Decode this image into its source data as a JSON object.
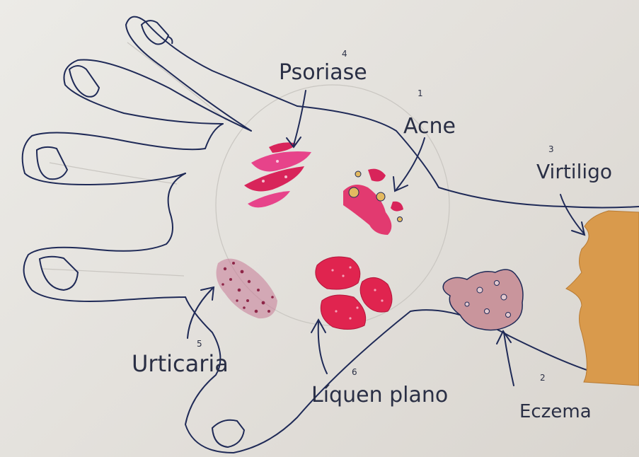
{
  "labels": {
    "psoriase": {
      "text": "Psoriase",
      "num": "4"
    },
    "acne": {
      "text": "Acne",
      "num": "1"
    },
    "vitiligo": {
      "text": "Virtiligo",
      "num": "3"
    },
    "urticaria": {
      "text": "Urticaria",
      "num": "5"
    },
    "liquen_plano": {
      "text": "Líquen plano",
      "num": "6"
    },
    "eczema": {
      "text": "Eczema",
      "num": "2"
    }
  },
  "colors": {
    "ink": "#1f2a57",
    "lesion_red": "#d8245a",
    "lesion_pink": "#e7438a",
    "eczema": "#b98a93",
    "vitiligo": "#d99a4c",
    "urticaria": "#8e2648"
  }
}
